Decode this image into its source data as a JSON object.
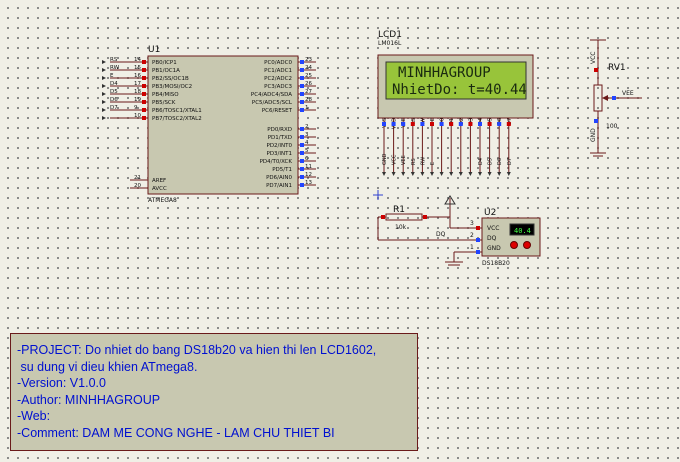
{
  "mcu": {
    "ref": "U1",
    "part": "ATMEGA8",
    "left_pins": [
      {
        "name": "PB0/ICP1",
        "num": "14",
        "net": "RS"
      },
      {
        "name": "PB1/OC1A",
        "num": "15",
        "net": "RW"
      },
      {
        "name": "PB2/SS/OC1B",
        "num": "16",
        "net": "E"
      },
      {
        "name": "PB3/MOSI/OC2",
        "num": "17",
        "net": "D4"
      },
      {
        "name": "PB4/MISO",
        "num": "18",
        "net": "D5"
      },
      {
        "name": "PB5/SCK",
        "num": "19",
        "net": "D6"
      },
      {
        "name": "PB6/TOSC1/XTAL1",
        "num": "9",
        "net": "D7"
      },
      {
        "name": "PB7/TOSC2/XTAL2",
        "num": "10",
        "net": ""
      }
    ],
    "right_pins": [
      {
        "name": "PC0/ADC0",
        "num": "23"
      },
      {
        "name": "PC1/ADC1",
        "num": "24"
      },
      {
        "name": "PC2/ADC2",
        "num": "25"
      },
      {
        "name": "PC3/ADC3",
        "num": "26"
      },
      {
        "name": "PC4/ADC4/SDA",
        "num": "27"
      },
      {
        "name": "PC5/ADC5/SCL",
        "num": "28"
      },
      {
        "name": "PC6/RESET",
        "num": "1"
      }
    ],
    "right_pins2": [
      {
        "name": "PD0/RXD",
        "num": "2"
      },
      {
        "name": "PD1/TXD",
        "num": "3"
      },
      {
        "name": "PD2/INT0",
        "num": "4"
      },
      {
        "name": "PD3/INT1",
        "num": "5"
      },
      {
        "name": "PD4/T0/XCK",
        "num": "6"
      },
      {
        "name": "PD5/T1",
        "num": "11"
      },
      {
        "name": "PD6/AIN0",
        "num": "12"
      },
      {
        "name": "PD7/AIN1",
        "num": "13"
      }
    ],
    "power_pins": [
      {
        "name": "AREF",
        "num": "21"
      },
      {
        "name": "AVCC",
        "num": "20"
      }
    ]
  },
  "lcd": {
    "ref": "LCD1",
    "part": "LM016L",
    "line1": "MINHHAGROUP",
    "line2": "NhietDo: t=40.44",
    "pins": [
      "VSS",
      "VDD",
      "VEE",
      "RS",
      "RW",
      "E",
      "D0",
      "D1",
      "D2",
      "D3",
      "D4",
      "D5",
      "D6",
      "D7"
    ],
    "nets": [
      "GND",
      "VCC",
      "VEE",
      "RS",
      "RW",
      "E",
      "",
      "",
      "",
      "",
      "D4",
      "D5",
      "D6",
      "D7"
    ]
  },
  "pot": {
    "ref": "RV1",
    "value": "100",
    "vcc": "VCC",
    "gnd": "GND",
    "out": "VEE"
  },
  "resistor": {
    "ref": "R1",
    "value": "10k"
  },
  "sensor": {
    "ref": "U2",
    "part": "DS18B20",
    "pins": [
      "VCC",
      "DQ",
      "GND"
    ],
    "display": "40.4",
    "dq_net": "DQ",
    "pin_nums": [
      "3",
      "2",
      "1"
    ]
  },
  "notes": [
    "-PROJECT: Do nhiet do bang DS18b20 va hien thi len LCD1602,",
    " su dung vi dieu khien ATmega8.",
    "-Version: V1.0.0",
    "-Author: MINHHAGROUP",
    "-Web:",
    "-Comment: DAM ME CONG NGHE - LAM CHU THIET BI"
  ],
  "colors": {
    "body": "#c8c8b0",
    "outline": "#6a1a1a",
    "lcd_screen": "#98c43a",
    "text_blue": "#0010d0",
    "wire": "#6a1a1a"
  }
}
